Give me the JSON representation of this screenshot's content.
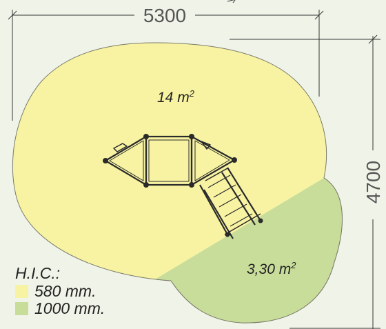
{
  "dimensions": {
    "width": "5300",
    "height": "4700"
  },
  "areas": {
    "main": {
      "value": "14 m",
      "exp": "2"
    },
    "secondary": {
      "value": "3,30 m",
      "exp": "2"
    }
  },
  "legend": {
    "title": "H.I.C.:",
    "items": [
      {
        "label": "580 mm.",
        "color": "#f7f3a2"
      },
      {
        "label": "1000 mm.",
        "color": "#c9dd9b"
      }
    ]
  },
  "colors": {
    "background": "#f0f4e8",
    "zone_main": "#f7f3a2",
    "zone_secondary": "#c9dd9b",
    "structure": "#2a2a2a"
  }
}
